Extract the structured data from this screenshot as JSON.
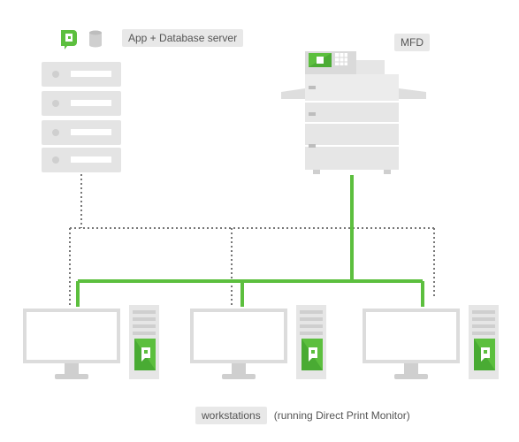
{
  "labels": {
    "server": "App + Database server",
    "mfd": "MFD",
    "workstations": "workstations",
    "workstations_note": "(running Direct Print Monitor)"
  },
  "colors": {
    "green": "#5cbf3e",
    "green_dark": "#3a9a2a",
    "device_light": "#eeeeee",
    "device_mid": "#dcdcdc",
    "device_dark": "#b8b8b8",
    "dotted_line": "#777777",
    "label_bg": "#e8e8e8"
  },
  "icons": {
    "brand": "papercut-logo-icon",
    "database": "database-icon",
    "server": "server-rack-icon",
    "mfd": "multifunction-printer-icon",
    "workstation": "desktop-computer-icon"
  }
}
